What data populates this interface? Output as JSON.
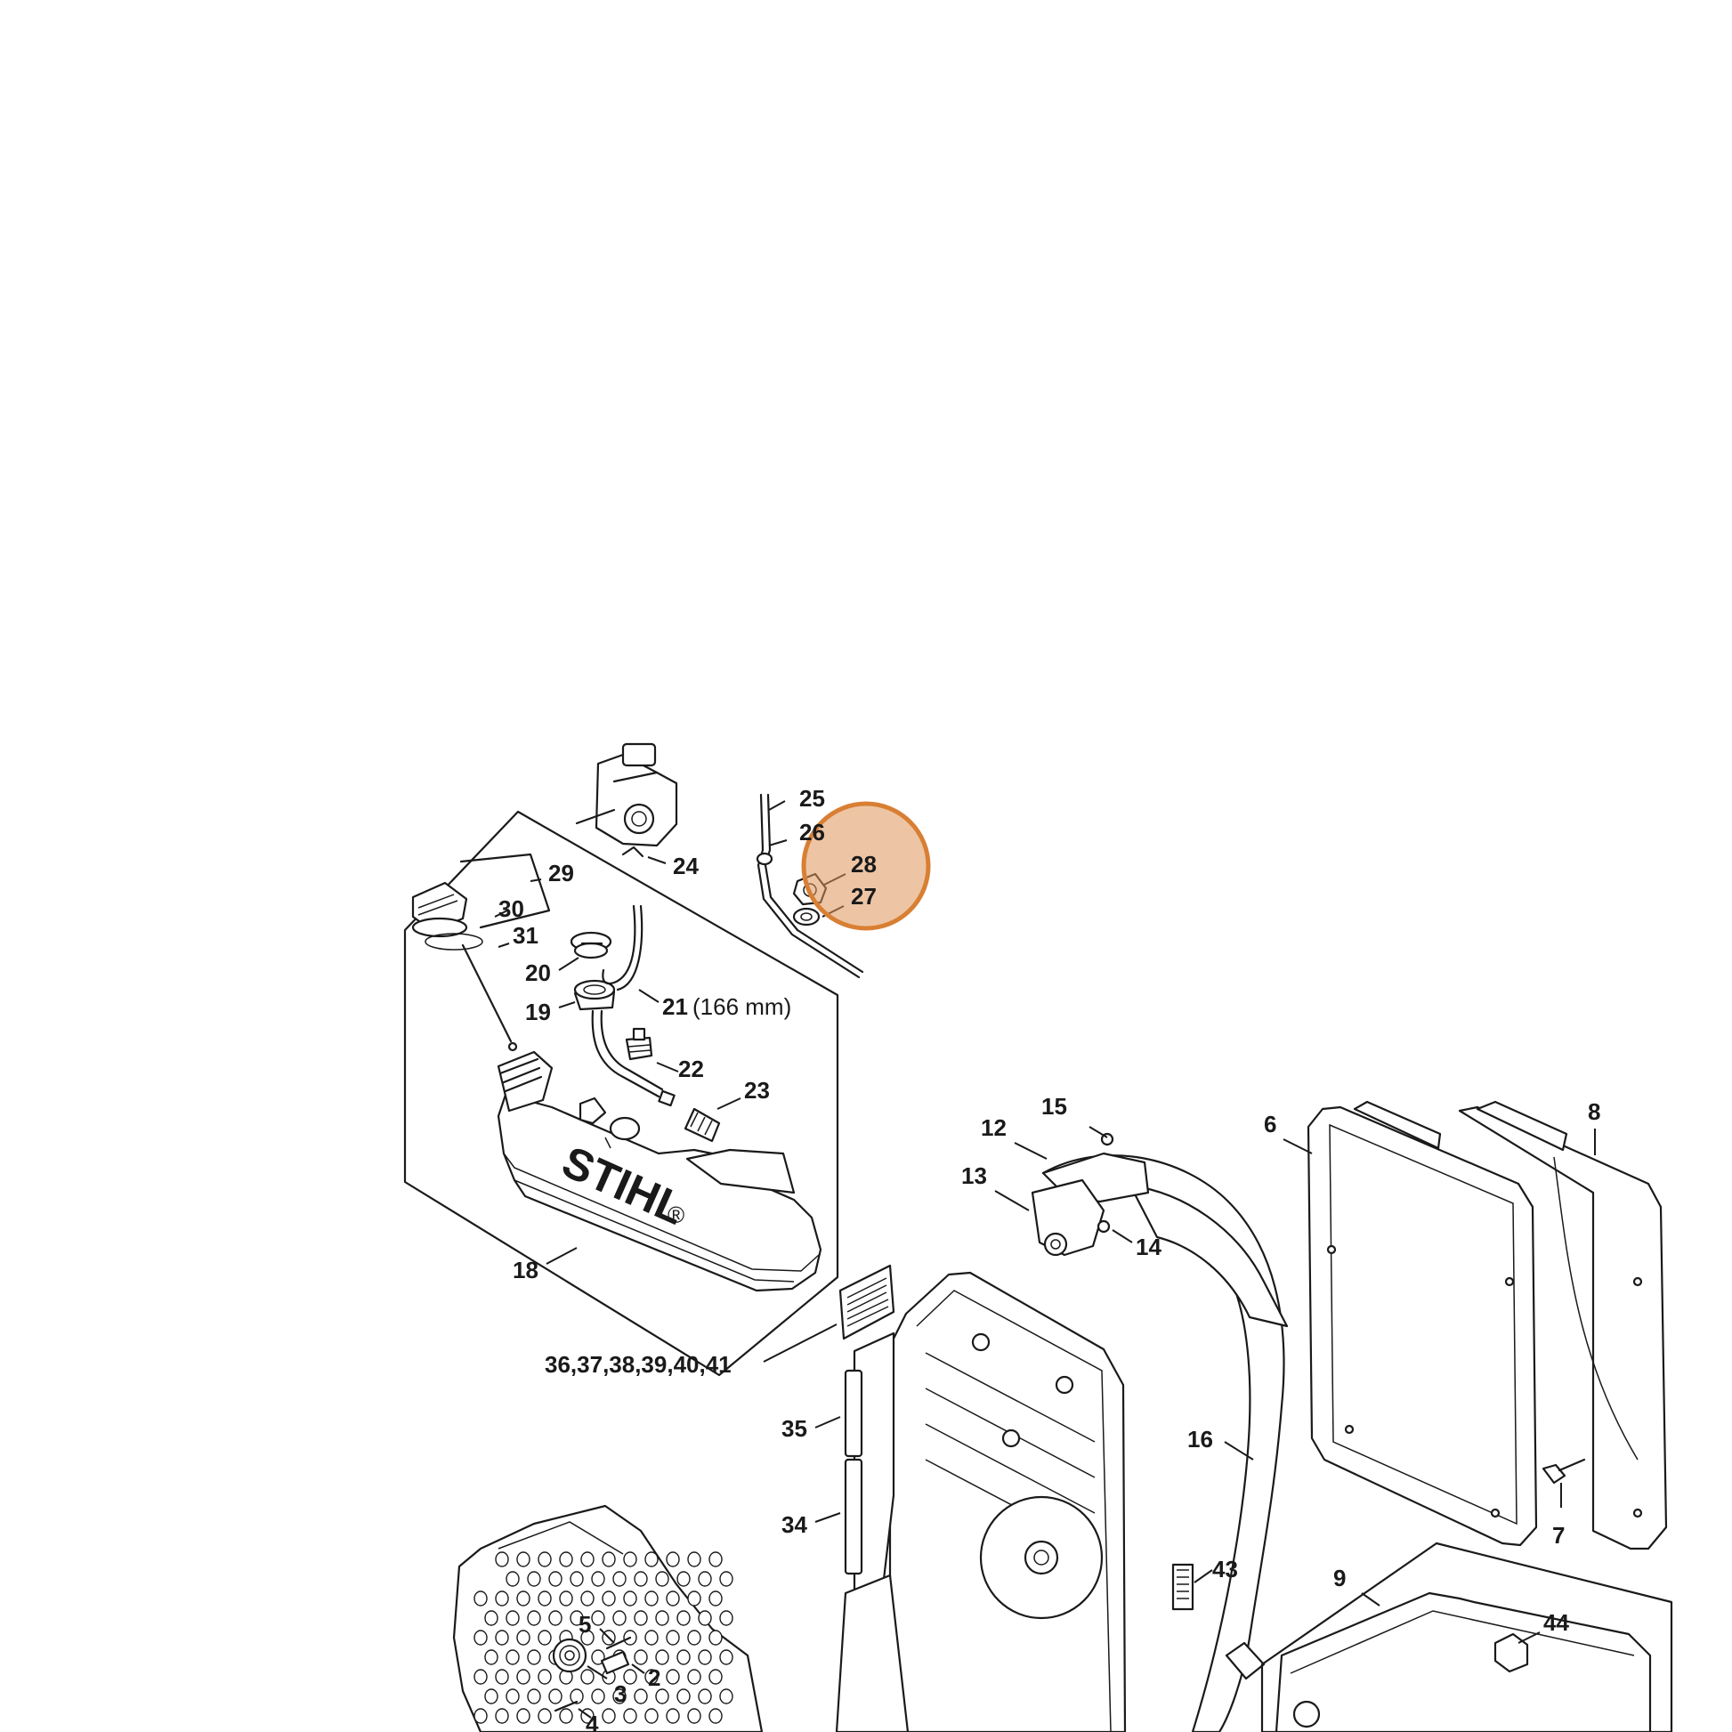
{
  "callouts": {
    "c2": "2",
    "c3": "3",
    "c4": "4",
    "c5": "5",
    "c6": "6",
    "c7": "7",
    "c8": "8",
    "c9": "9",
    "c12": "12",
    "c13": "13",
    "c14": "14",
    "c15": "15",
    "c16": "16",
    "c18": "18",
    "c19": "19",
    "c20": "20",
    "c21": "21",
    "c22": "22",
    "c23": "23",
    "c24": "24",
    "c25": "25",
    "c26": "26",
    "c27": "27",
    "c28": "28",
    "c29": "29",
    "c30": "30",
    "c31": "31",
    "c34": "34",
    "c35": "35",
    "c36_41": "36,37,38,39,40,41",
    "c43": "43",
    "c44": "44"
  },
  "hose_length_note": "(166 mm)",
  "tank_brand": "STIHL",
  "registered_mark": "®",
  "colors": {
    "highlight_ring": "#d87f34",
    "highlight_fill": "#de965a",
    "line": "#1a1a1a"
  }
}
